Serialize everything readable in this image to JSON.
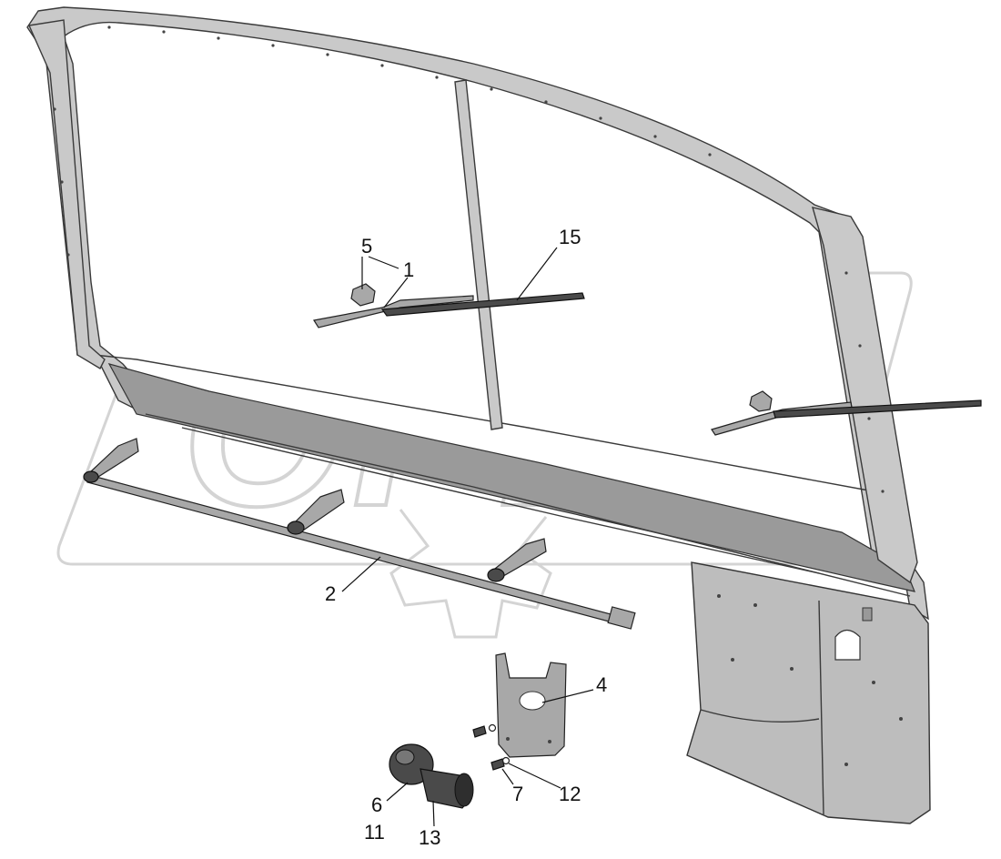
{
  "brand_watermark": "OPEX",
  "callouts": {
    "c1": "1",
    "c2": "2",
    "c4": "4",
    "c5": "5",
    "c6": "6",
    "c7": "7",
    "c11": "11",
    "c12": "12",
    "c13": "13",
    "c15": "15"
  },
  "colors": {
    "frame": "#c9c9c9",
    "outline": "#333333",
    "watermark": "#d4d4d4",
    "motor": "#4a4a4a"
  }
}
